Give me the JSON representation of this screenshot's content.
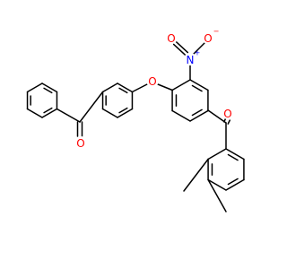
{
  "molecule": {
    "atoms": {
      "o_ketone_left": {
        "label": "O",
        "color": "#ff0000"
      },
      "o_ether": {
        "label": "O",
        "color": "#ff0000"
      },
      "n_nitro": {
        "label": "N",
        "charge": "+",
        "color": "#0000ff"
      },
      "o_nitro_left": {
        "label": "O",
        "color": "#ff0000"
      },
      "o_nitro_right": {
        "label": "O",
        "charge": "−",
        "color": "#ff0000"
      },
      "o_ketone_right": {
        "label": "O",
        "color": "#ff0000"
      }
    },
    "bond_color": "#000000"
  }
}
